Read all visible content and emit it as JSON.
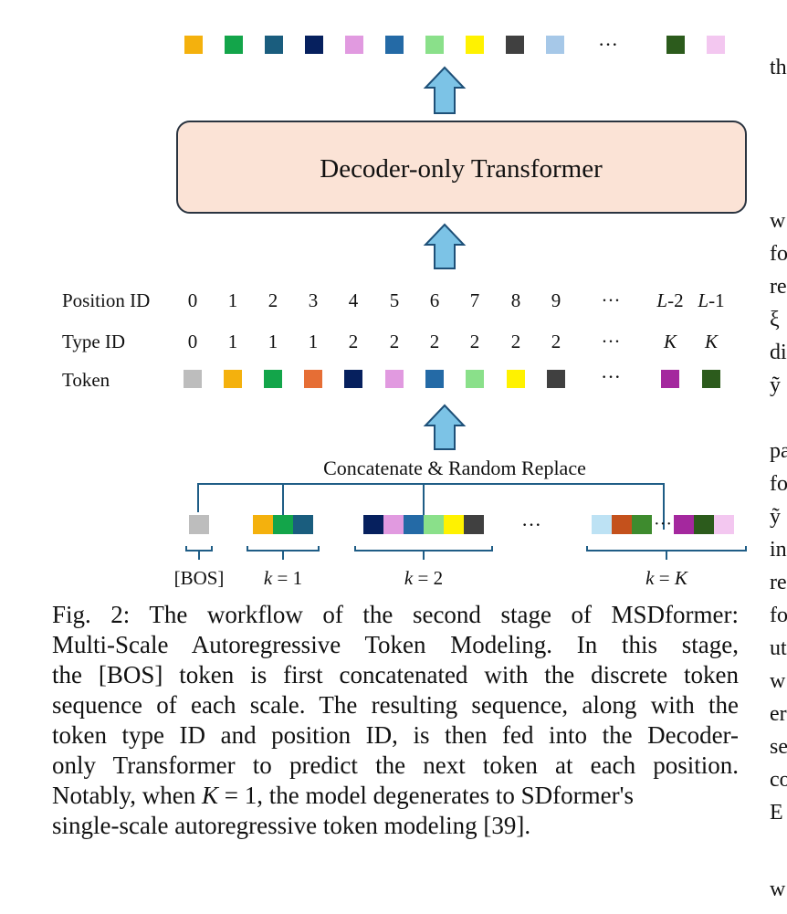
{
  "figure": {
    "output_tokens": [
      "#f4b10d",
      "#13a54a",
      "#1a5d7e",
      "#06205e",
      "#e19ae0",
      "#246aa6",
      "#8ae08a",
      "#fff200",
      "#404040",
      "#a6c8e8",
      "...",
      "#2c5b1c",
      "#f3c7f0"
    ],
    "transformer_label": "Decoder-only Transformer",
    "table": {
      "row_labels": [
        "Position ID",
        "Type ID",
        "Token"
      ],
      "position_ids": [
        "0",
        "1",
        "2",
        "3",
        "4",
        "5",
        "6",
        "7",
        "8",
        "9",
        "···",
        "L-2",
        "L-1"
      ],
      "type_ids": [
        "0",
        "1",
        "1",
        "1",
        "2",
        "2",
        "2",
        "2",
        "2",
        "2",
        "···",
        "K",
        "K"
      ],
      "tokens": [
        "#bdbdbd",
        "#f4b10d",
        "#13a54a",
        "#e66e35",
        "#06205e",
        "#e19ae0",
        "#246aa6",
        "#8ae08a",
        "#fff200",
        "#404040",
        "...",
        "#a4289e",
        "#2c5b1c"
      ]
    },
    "concat_label": "Concatenate & Random Replace",
    "groups": [
      {
        "label": "[BOS]",
        "tokens": [
          "#bdbdbd"
        ]
      },
      {
        "label_var": "k",
        "label_rest": " = 1",
        "tokens": [
          "#f4b10d",
          "#13a54a",
          "#1a5d7e"
        ]
      },
      {
        "label_var": "k",
        "label_rest": " = 2",
        "tokens": [
          "#06205e",
          "#e19ae0",
          "#246aa6",
          "#8ae08a",
          "#fff200",
          "#404040"
        ]
      },
      {
        "label_var": "k",
        "label_rest": " = K",
        "tokens": [
          "#bde2f4",
          "#c4511c",
          "#3e8b2e",
          "...",
          "#a4289e",
          "#2c5b1c",
          "#f3c7f0"
        ]
      }
    ],
    "group_ellipsis": "···",
    "colors": {
      "arrow_fill": "#7cc3e6",
      "arrow_stroke": "#1e5078",
      "box_fill": "#fbe3d6",
      "box_stroke": "#2a3440",
      "bracket": "#1f5d86"
    }
  },
  "caption": {
    "lines": [
      "Fig. 2: The workflow of the second stage of MSDformer:",
      "Multi-Scale Autoregressive Token Modeling. In this stage,",
      "the [BOS] token is first concatenated with the discrete token",
      "sequence of each scale. The resulting sequence, along with the",
      "token type ID and position ID, is then fed into the Decoder-",
      "only Transformer to predict the next token at each position.",
      "Notably, when ",
      "K",
      " = 1, the model degenerates to SDformer's",
      "single-scale autoregressive token modeling [39]."
    ]
  },
  "margin_fragments": [
    "th",
    "w",
    "fo",
    "re",
    "ξ",
    "di",
    "ỹ",
    "pa",
    "fo",
    "ỹ",
    "in",
    "re",
    "fo",
    "ut",
    "w",
    "er",
    "se",
    "co",
    "E",
    "w"
  ]
}
